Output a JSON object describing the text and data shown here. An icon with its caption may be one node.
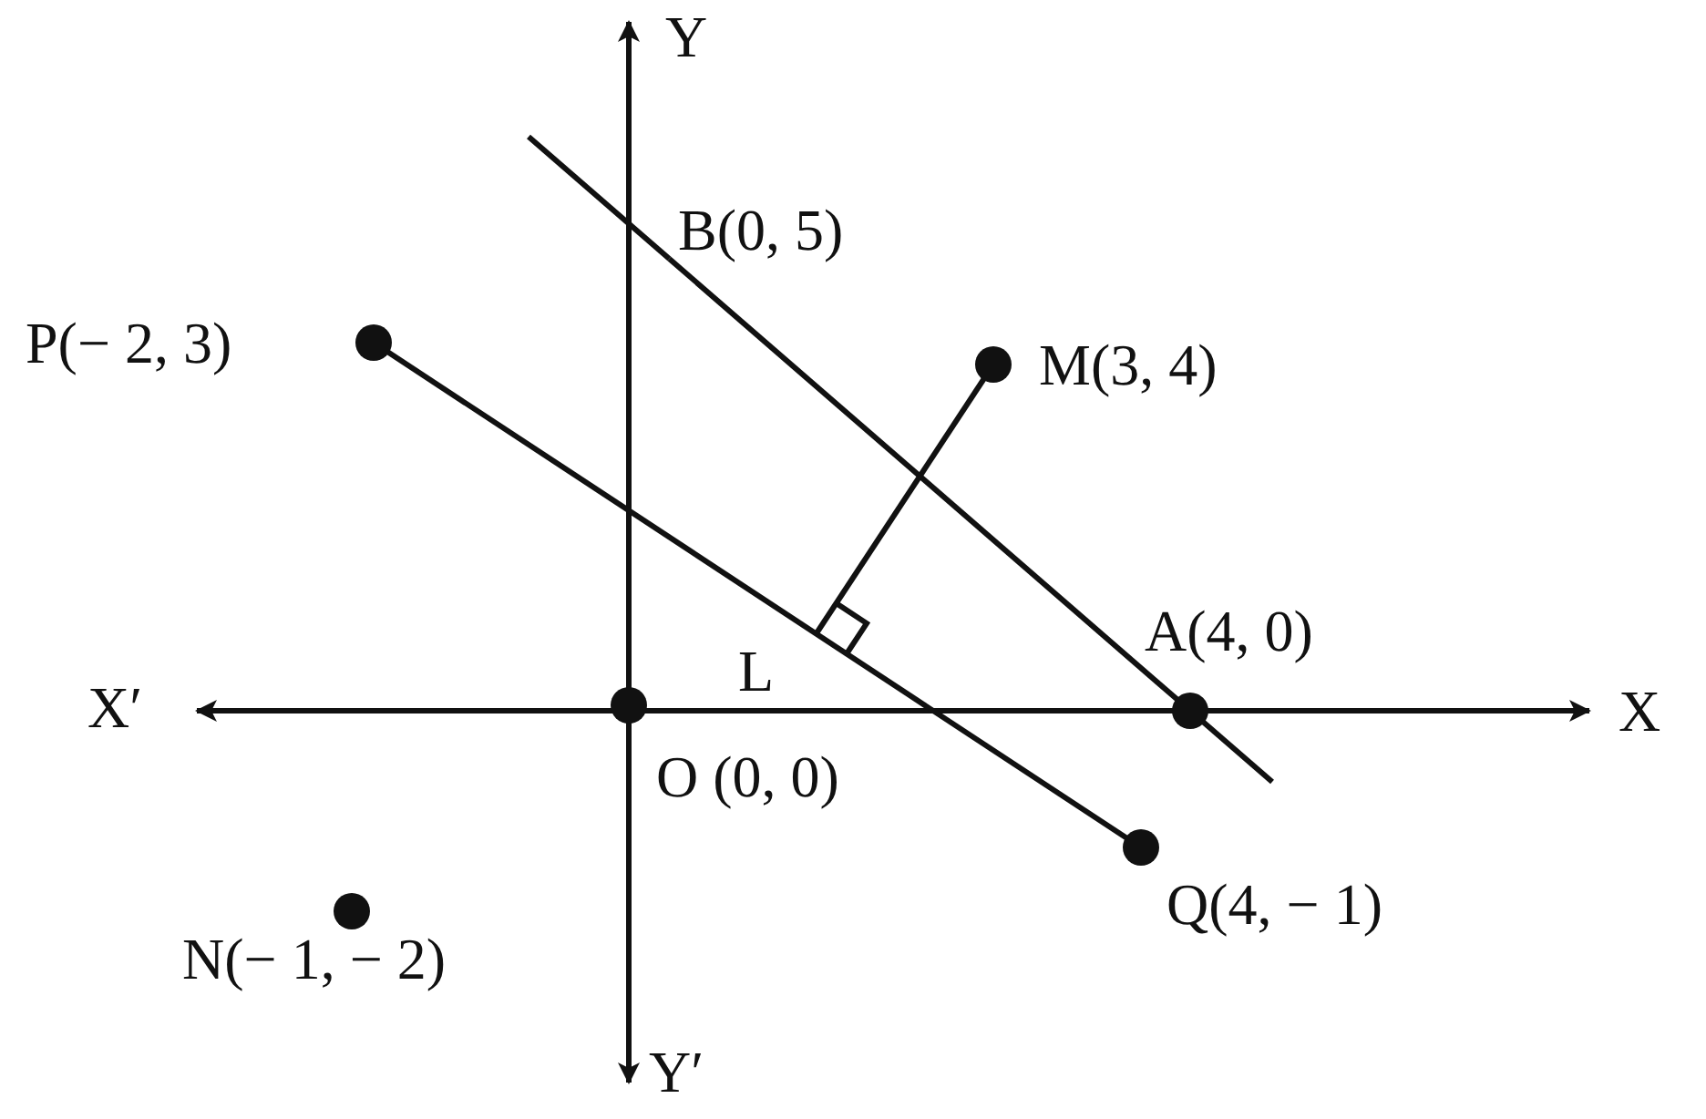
{
  "diagram": {
    "nodes": [
      {
        "text": [
          "B(0, 5)"
        ]
      },
      {
        "text": [
          "P(− 2, 3)"
        ]
      },
      {
        "text": [
          "M(3, 4)"
        ]
      },
      {
        "text": [
          "L"
        ]
      },
      {
        "text": [
          "A(4, 0)"
        ]
      },
      {
        "text": [
          "O (0, 0)"
        ]
      },
      {
        "text": [
          "Q(4, − 1)"
        ]
      },
      {
        "text": [
          "N(− 1, − 2)"
        ]
      }
    ],
    "edges": [
      {
        "from": 0,
        "to": 4,
        "arrow": "none"
      },
      {
        "from": 1,
        "to": 6,
        "arrow": "none"
      },
      {
        "from": 2,
        "to": 3,
        "arrow": "none"
      }
    ],
    "labels": [
      "Y",
      "X′",
      "X",
      "Y′"
    ]
  }
}
